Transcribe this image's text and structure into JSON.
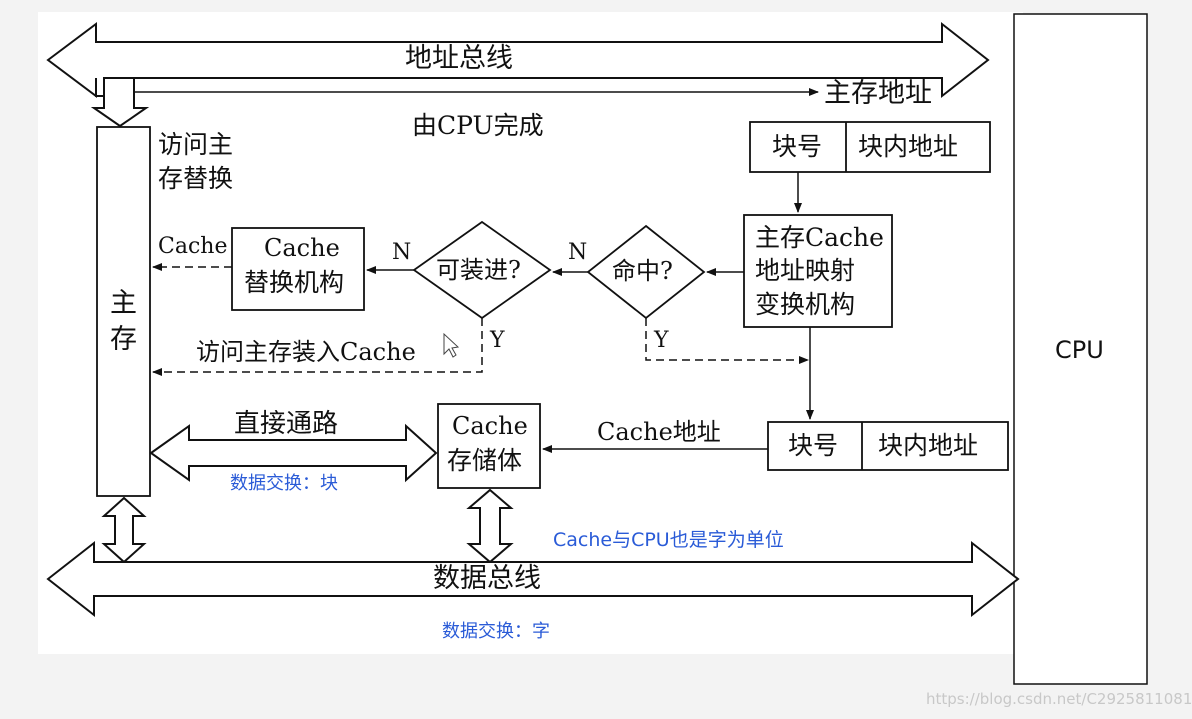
{
  "labels": {
    "address_bus": "地址总线",
    "main_mem_addr": "主存地址",
    "by_cpu": "由CPU完成",
    "access_replace_1": "访问主",
    "access_replace_2": "存替换",
    "block_no_top": "块号",
    "block_offset_top": "块内地址",
    "mapping_1": "主存Cache",
    "mapping_2": "地址映射",
    "mapping_3": "变换机构",
    "hit": "命中?",
    "loadable": "可装进?",
    "n_left": "N",
    "n_right": "N",
    "y_left": "Y",
    "y_right": "Y",
    "cache_replace_1": "Cache",
    "cache_replace_2": "替换机构",
    "cache_left": "Cache",
    "main_memory_1": "主",
    "main_memory_2": "存",
    "load_into_cache": "访问主存装入Cache",
    "direct_path": "直接通路",
    "cache_store_1": "Cache",
    "cache_store_2": "存储体",
    "cache_addr": "Cache地址",
    "block_no_bottom": "块号",
    "block_offset_bottom": "块内地址",
    "data_bus": "数据总线",
    "cpu": "CPU"
  },
  "annotations": {
    "block_exchange": "数据交换：块",
    "cache_cpu_word": "Cache与CPU也是字为单位",
    "word_exchange": "数据交换：字"
  },
  "watermark": "https://blog.csdn.net/C2925811081",
  "colors": {
    "annotation": "#2a5bd7",
    "line": "#111111",
    "background": "#ffffff"
  }
}
